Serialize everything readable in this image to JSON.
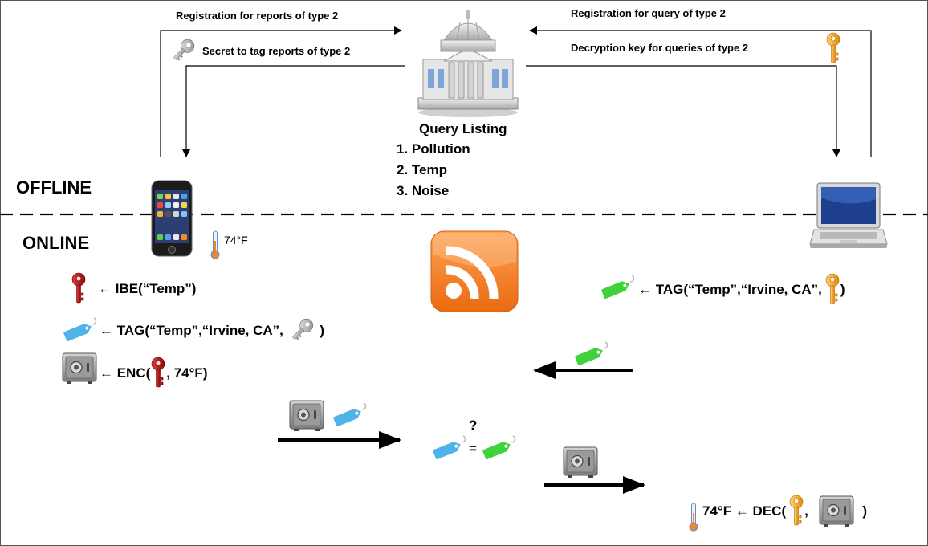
{
  "flows": {
    "reg_reports": "Registration for reports of type 2",
    "secret_tag": "Secret to tag reports of type 2",
    "reg_query": "Registration for query of type 2",
    "decryption_key": "Decryption key for queries of type 2"
  },
  "query_listing": {
    "title": "Query Listing",
    "items": [
      "1. Pollution",
      "2. Temp",
      "3. Noise"
    ]
  },
  "phases": {
    "offline": "OFFLINE",
    "online": "ONLINE"
  },
  "phone_temp": "74°F",
  "device_steps": {
    "ibe": "← IBE(“Temp”)",
    "tag_prefix": "← TAG(“Temp”,“Irvine, CA”,",
    "tag_suffix": ")",
    "enc_prefix": "← ENC(",
    "enc_suffix": ", 74°F)"
  },
  "querier_tag": {
    "prefix": "← TAG(“Temp”,“Irvine, CA”,",
    "suffix": ")"
  },
  "match": {
    "question": "?",
    "equals": "="
  },
  "decrypt": {
    "temp": "74°F",
    "prefix": "← DEC(",
    "comma": ",",
    "suffix": ")"
  },
  "colors": {
    "red_key": "#c0161c",
    "gray_key": "#9a9a9a",
    "gold_key": "#f3a21b",
    "blue_tag": "#4fb3e8",
    "green_tag": "#3fd23a",
    "rss_orange": "#f57c20"
  },
  "icons": [
    "building-icon",
    "phone-icon",
    "laptop-icon",
    "rss-icon",
    "thermometer-icon",
    "key-icon",
    "tag-icon",
    "safe-icon"
  ]
}
